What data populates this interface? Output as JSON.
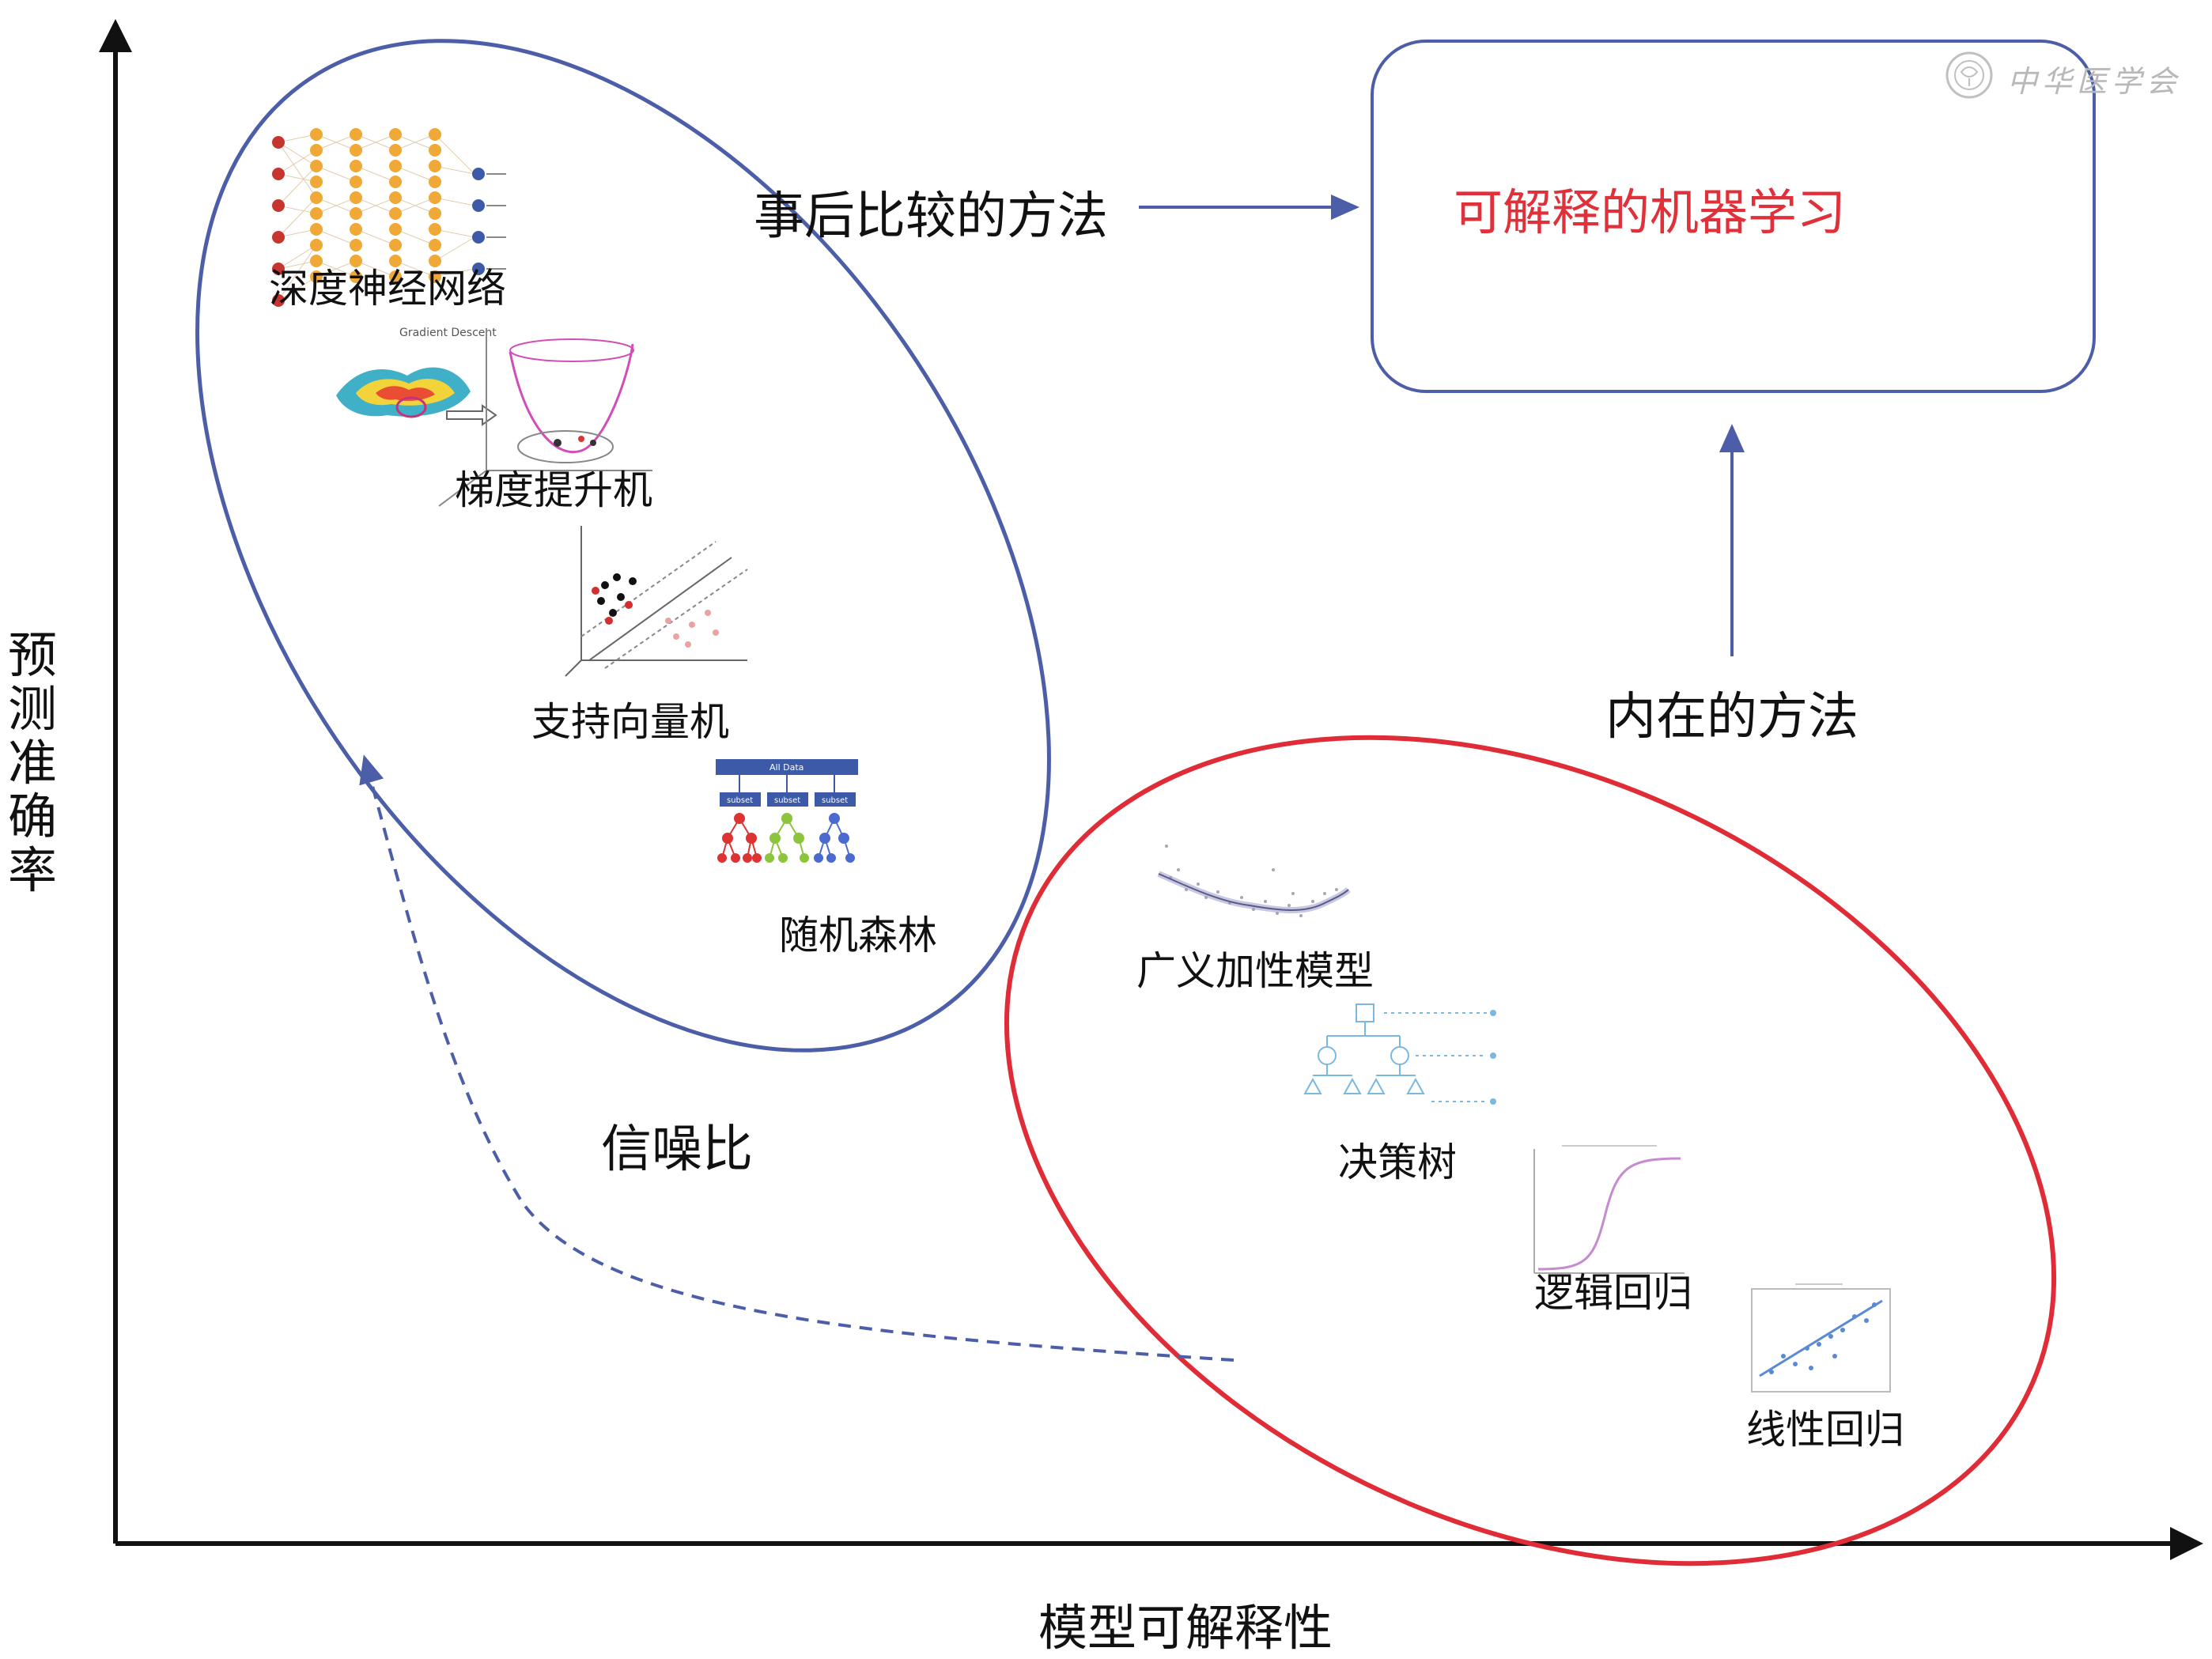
{
  "axes": {
    "y_label": "预测准确率",
    "x_label": "模型可解释性"
  },
  "target": {
    "title": "可解释的机器学习"
  },
  "arrows": {
    "post_hoc": "事后比较的方法",
    "intrinsic": "内在的方法",
    "signal_noise": "信噪比"
  },
  "methods": {
    "dnn": "深度神经网络",
    "gbm": "梯度提升机",
    "svm": "支持向量机",
    "rf": "随机森林",
    "gam": "广义加性模型",
    "dt": "决策树",
    "logreg": "逻辑回归",
    "linreg": "线性回归"
  },
  "thumbnail_text": {
    "gradient_descent": "Gradient Descent",
    "rf_root": "All Data",
    "rf_subset": "subset"
  },
  "watermark": "中华医学会",
  "colors": {
    "blue_group": "#4d5ea8",
    "red_group": "#e02c36",
    "target_text": "#e0303a",
    "arrow": "#4d5ea8",
    "axis": "#111111"
  },
  "icons": [
    "neural-network-icon",
    "gradient-descent-icon",
    "svm-scatter-icon",
    "random-forest-icon",
    "gam-curve-icon",
    "decision-tree-icon",
    "sigmoid-curve-icon",
    "linear-regression-icon",
    "society-seal-icon"
  ]
}
